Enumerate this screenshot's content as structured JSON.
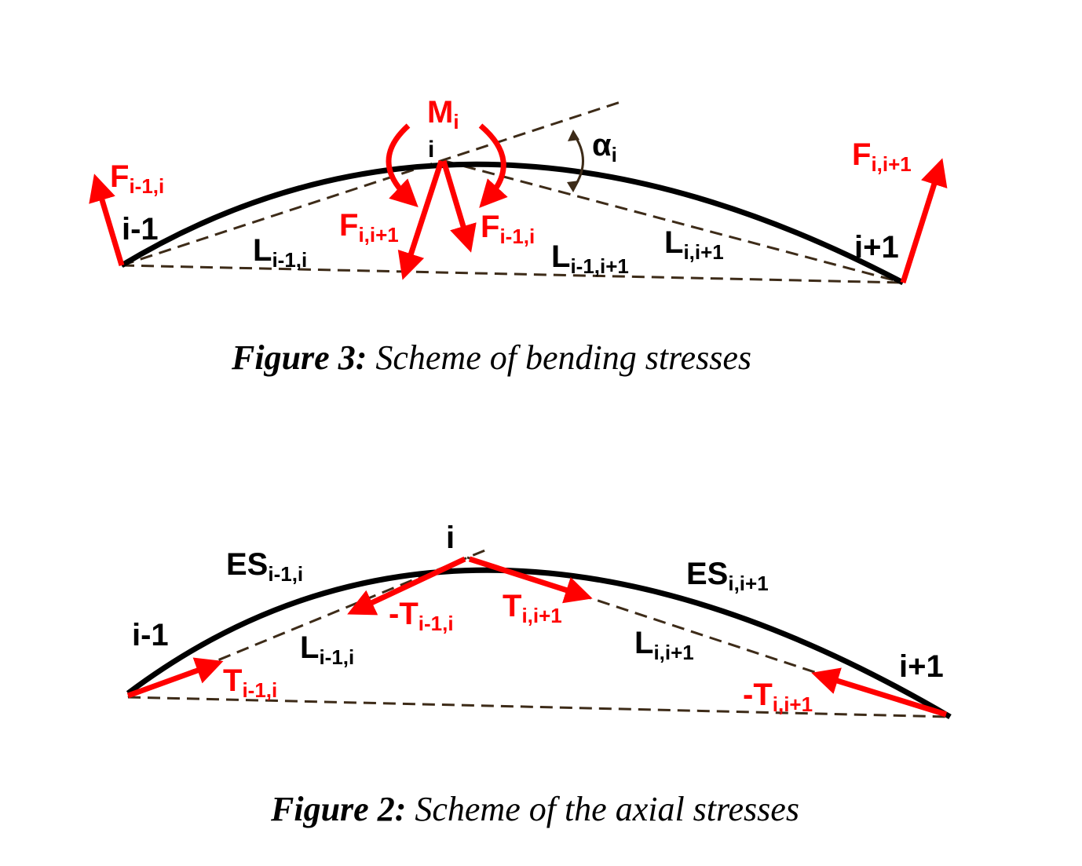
{
  "colors": {
    "force": "#ff0000",
    "beam": "#000000",
    "guide": "#3d2b18"
  },
  "figure3": {
    "caption_bold": "Figure 3:",
    "caption_text": " Scheme of bending stresses",
    "node_prev": "i-1",
    "node_mid": "i",
    "node_next": "i+1",
    "moment": {
      "main": "M",
      "sub": "i"
    },
    "angle": {
      "main": "α",
      "sub": "i"
    },
    "force_prev": {
      "main": "F",
      "sub": "i-1,i"
    },
    "force_next": {
      "main": "F",
      "sub": "i,i+1"
    },
    "force_mid_left": {
      "main": "F",
      "sub": "i,i+1"
    },
    "force_mid_right": {
      "main": "F",
      "sub": "i-1,i"
    },
    "len_left": {
      "main": "L",
      "sub": "i-1,i"
    },
    "len_chord": {
      "main": "L",
      "sub": "i-1,i+1"
    },
    "len_right": {
      "main": "L",
      "sub": "i,i+1"
    }
  },
  "figure2": {
    "caption_bold": "Figure 2:",
    "caption_text": " Scheme of the axial stresses",
    "node_prev": "i-1",
    "node_mid": "i",
    "node_next": "i+1",
    "es_left": {
      "main": "ES",
      "sub": "i-1,i"
    },
    "es_right": {
      "main": "ES",
      "sub": "i,i+1"
    },
    "len_left": {
      "main": "L",
      "sub": "i-1,i"
    },
    "len_right": {
      "main": "L",
      "sub": "i,i+1"
    },
    "t_left_start": {
      "main": "T",
      "sub": "i-1,i"
    },
    "t_left_end": {
      "main": "-T",
      "sub": "i-1,i"
    },
    "t_right_start": {
      "main": "T",
      "sub": "i,i+1"
    },
    "t_right_end": {
      "main": "-T",
      "sub": "i,i+1"
    }
  }
}
